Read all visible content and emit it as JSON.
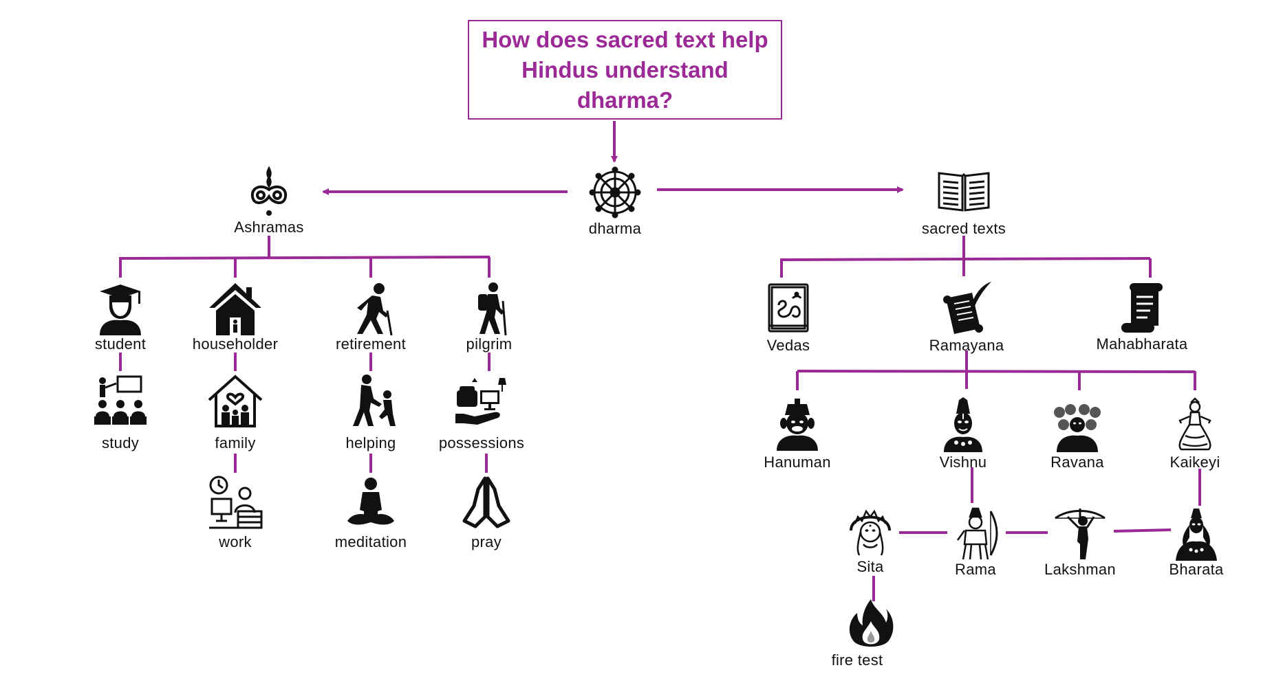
{
  "title": "How does sacred text help Hindus understand dharma?",
  "colors": {
    "accent": "#9b2a96",
    "text": "#111111",
    "icon": "#111111"
  },
  "nodes": {
    "dharma": {
      "label": "dharma",
      "icon": "dharma-wheel-icon"
    },
    "ashramas": {
      "label": "Ashramas",
      "icon": "om-lotus-icon"
    },
    "sacred_texts": {
      "label": "sacred texts",
      "icon": "open-book-icon"
    },
    "student": {
      "label": "student",
      "icon": "graduate-icon"
    },
    "householder": {
      "label": "householder",
      "icon": "house-icon"
    },
    "retirement": {
      "label": "retirement",
      "icon": "elderly-person-icon"
    },
    "pilgrim": {
      "label": "pilgrim",
      "icon": "hiker-icon"
    },
    "study": {
      "label": "study",
      "icon": "classroom-icon"
    },
    "family": {
      "label": "family",
      "icon": "family-home-icon"
    },
    "work": {
      "label": "work",
      "icon": "office-worker-icon"
    },
    "helping": {
      "label": "helping",
      "icon": "helping-person-icon"
    },
    "meditation": {
      "label": "meditation",
      "icon": "meditation-icon"
    },
    "possessions": {
      "label": "possessions",
      "icon": "possessions-icon"
    },
    "pray": {
      "label": "pray",
      "icon": "praying-hands-icon"
    },
    "vedas": {
      "label": "Vedas",
      "icon": "om-book-icon"
    },
    "ramayana": {
      "label": "Ramayana",
      "icon": "scroll-quill-icon"
    },
    "mahabharata": {
      "label": "Mahabharata",
      "icon": "scroll-icon"
    },
    "hanuman": {
      "label": "Hanuman",
      "icon": "hanuman-icon"
    },
    "vishnu": {
      "label": "Vishnu",
      "icon": "vishnu-icon"
    },
    "ravana": {
      "label": "Ravana",
      "icon": "ravana-icon"
    },
    "kaikeyi": {
      "label": "Kaikeyi",
      "icon": "kaikeyi-icon"
    },
    "sita": {
      "label": "Sita",
      "icon": "sita-icon"
    },
    "rama": {
      "label": "Rama",
      "icon": "rama-icon"
    },
    "lakshman": {
      "label": "Lakshman",
      "icon": "lakshman-archer-icon"
    },
    "bharata": {
      "label": "Bharata",
      "icon": "bharata-icon"
    },
    "fire_test": {
      "label": "fire test",
      "icon": "fire-icon"
    }
  }
}
